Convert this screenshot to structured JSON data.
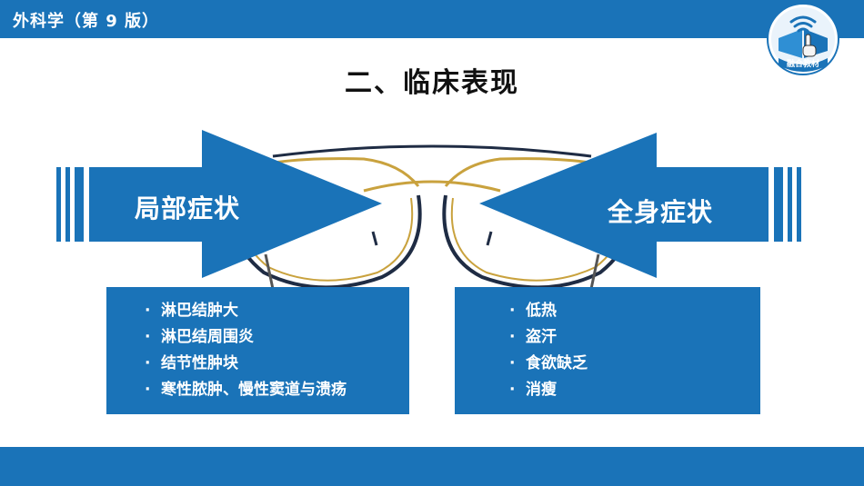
{
  "header": {
    "title": "外科学（第 9 版）"
  },
  "logo": {
    "text": "融合教材"
  },
  "slide": {
    "title": "二、临床表现"
  },
  "left_arrow": {
    "label": "局部症状"
  },
  "right_arrow": {
    "label": "全身症状"
  },
  "left_box": {
    "items": [
      "淋巴结肿大",
      "淋巴结周围炎",
      "结节性肿块",
      "寒性脓肿、慢性窦道与溃疡"
    ]
  },
  "right_box": {
    "items": [
      "低热",
      "盗汗",
      "食欲缺乏",
      "消瘦"
    ]
  },
  "bullet": "·",
  "colors": {
    "primary": "#1a73b8",
    "title": "#111111",
    "background": "#ffffff"
  }
}
